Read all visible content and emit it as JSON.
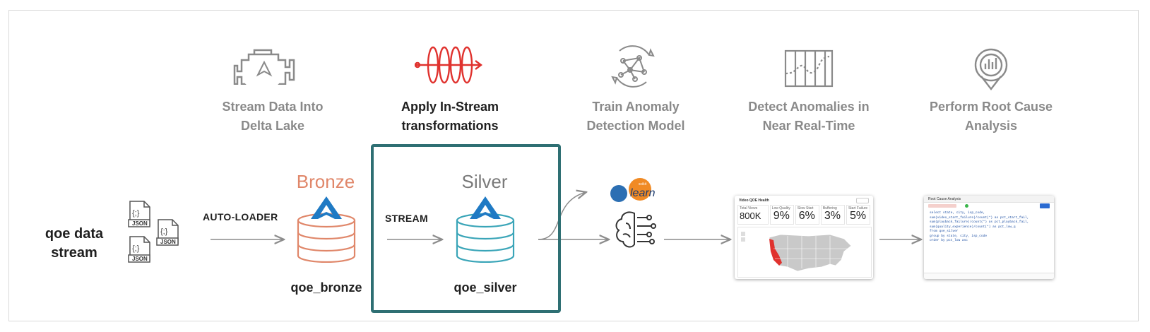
{
  "stages": [
    {
      "id": "ingest",
      "title_line1": "Stream Data Into",
      "title_line2": "Delta Lake",
      "icon": "engine-icon",
      "active": false
    },
    {
      "id": "transform",
      "title_line1": "Apply In-Stream",
      "title_line2": "transformations",
      "icon": "stream-coil-icon",
      "active": true
    },
    {
      "id": "train",
      "title_line1": "Train Anomaly",
      "title_line2": "Detection Model",
      "icon": "network-globe-icon",
      "active": false
    },
    {
      "id": "detect",
      "title_line1": "Detect Anomalies in",
      "title_line2": "Near Real-Time",
      "icon": "chart-grid-icon",
      "active": false
    },
    {
      "id": "rca",
      "title_line1": "Perform Root Cause",
      "title_line2": "Analysis",
      "icon": "magnifier-bars-icon",
      "active": false
    }
  ],
  "source": {
    "line1": "qoe data",
    "line2": "stream",
    "file_badge": "JSON",
    "file_glyph": "{;}"
  },
  "edges": {
    "auto_loader": "AUTO-LOADER",
    "stream": "STREAM"
  },
  "bronze": {
    "tier": "Bronze",
    "table": "qoe_bronze",
    "color": "#e0876a"
  },
  "silver": {
    "tier": "Silver",
    "table": "qoe_silver",
    "color": "#3aa5b8"
  },
  "sklearn": {
    "wordmark": "learn",
    "tag": "scikit"
  },
  "dashboard": {
    "title": "Video QOE Health",
    "kpis": [
      {
        "label": "Total Views",
        "value": "800K"
      },
      {
        "label": "Low Quality",
        "value": "9%"
      },
      {
        "label": "Slow Start",
        "value": "6%"
      },
      {
        "label": "Buffering",
        "value": "3%"
      },
      {
        "label": "Start Failure",
        "value": "5%"
      }
    ]
  },
  "notebook": {
    "title": "Root Cause Analysis",
    "code": [
      "select state, city, isp_code,",
      "  sum(video_start_failure)/count(*) as pct_start_fail,",
      "  sum(playback_failure)/count(*) as pct_playback_fail,",
      "  sum(quality_experience)/count(*) as pct_low_q",
      "from qoe_silver",
      "group by state, city, isp_code",
      "order by pct_low asc"
    ]
  },
  "colors": {
    "highlight_border": "#2e6f73",
    "active_icon": "#e0322e",
    "arrow": "#8c8c8c",
    "icon_gray": "#8a8a8a"
  }
}
